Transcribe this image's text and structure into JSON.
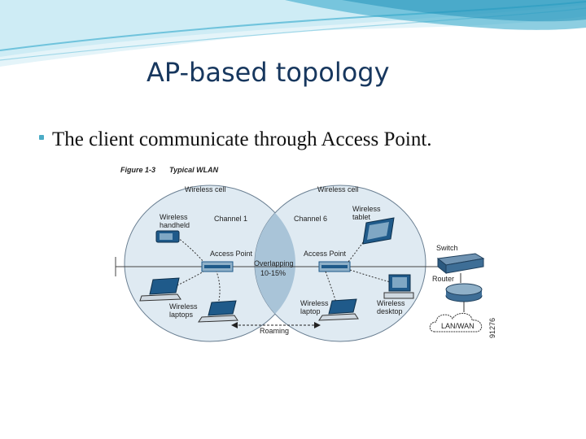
{
  "slide": {
    "title": "AP-based topology",
    "bullet": "The client communicate through Access Point."
  },
  "figure": {
    "caption_number": "Figure 1-3",
    "caption_title": "Typical WLAN",
    "cells": [
      {
        "title": "Wireless cell",
        "channel": "Channel 1"
      },
      {
        "title": "Wireless cell",
        "channel": "Channel 6"
      }
    ],
    "overlap_label_1": "Overlapping",
    "overlap_label_2": "10-15%",
    "access_point": "Access Point",
    "devices": {
      "handheld_1": "Wireless",
      "handheld_2": "handheld",
      "tablet_1": "Wireless",
      "tablet_2": "tablet",
      "laptops_1": "Wireless",
      "laptops_2": "laptops",
      "laptop_1": "Wireless",
      "laptop_2": "laptop",
      "desktop_1": "Wireless",
      "desktop_2": "desktop"
    },
    "roaming": "Roaming",
    "switch": "Switch",
    "router": "Router",
    "lan_wan": "LAN/WAN",
    "figure_id": "91276"
  },
  "colors": {
    "banner_light": "#d9f1f8",
    "banner_accent": "#4bacc6",
    "title": "#17375e",
    "cell_fill": "#dfeaf2",
    "overlap_fill": "#a9c4d8",
    "device_blue": "#1f5a8a"
  }
}
